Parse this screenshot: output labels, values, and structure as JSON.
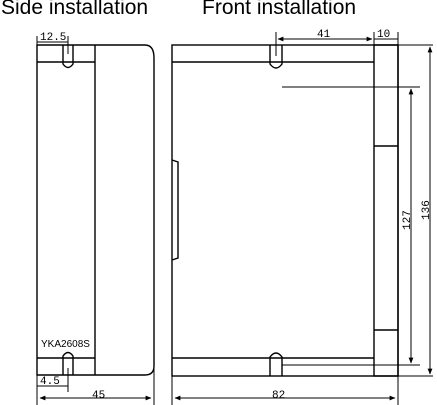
{
  "captions": {
    "side": "Side installation",
    "front": "Front installation"
  },
  "side_view": {
    "model_label": "YKA2608S",
    "dims": {
      "slot_offset": "12.5",
      "bottom_slot_offset": "4.5",
      "depth": "45"
    }
  },
  "front_view": {
    "dims": {
      "slot_offset": "41",
      "flange": "10",
      "width": "82",
      "hole_pitch": "127",
      "height": "136"
    }
  }
}
